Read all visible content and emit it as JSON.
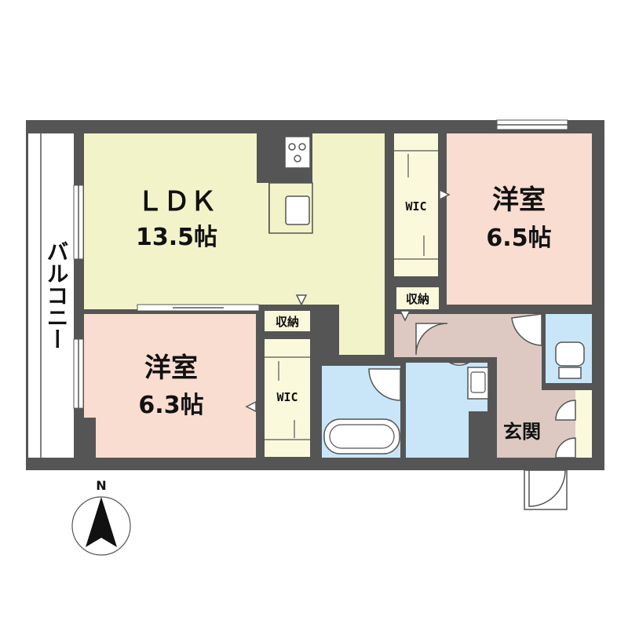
{
  "colors": {
    "wall": "#555555",
    "ldk": "#f3f3c9",
    "bedroom": "#f8ddd0",
    "wic": "#fbf9dc",
    "water": "#c8e6f7",
    "hall": "#ddc9c2",
    "balcony": "#ffffff"
  },
  "rooms": {
    "ldk": {
      "name": "ＬＤＫ",
      "size": "13.5帖"
    },
    "bedroom_east": {
      "name": "洋室",
      "size": "6.5帖"
    },
    "bedroom_west": {
      "name": "洋室",
      "size": "6.3帖"
    },
    "wic_upper": {
      "name": "WIC"
    },
    "wic_lower": {
      "name": "WIC"
    },
    "storage_upper": {
      "name": "収納"
    },
    "storage_lower": {
      "name": "収納"
    },
    "entrance": {
      "name": "玄関"
    },
    "balcony": {
      "name": "バルコニー"
    }
  },
  "compass": {
    "label": "N"
  }
}
